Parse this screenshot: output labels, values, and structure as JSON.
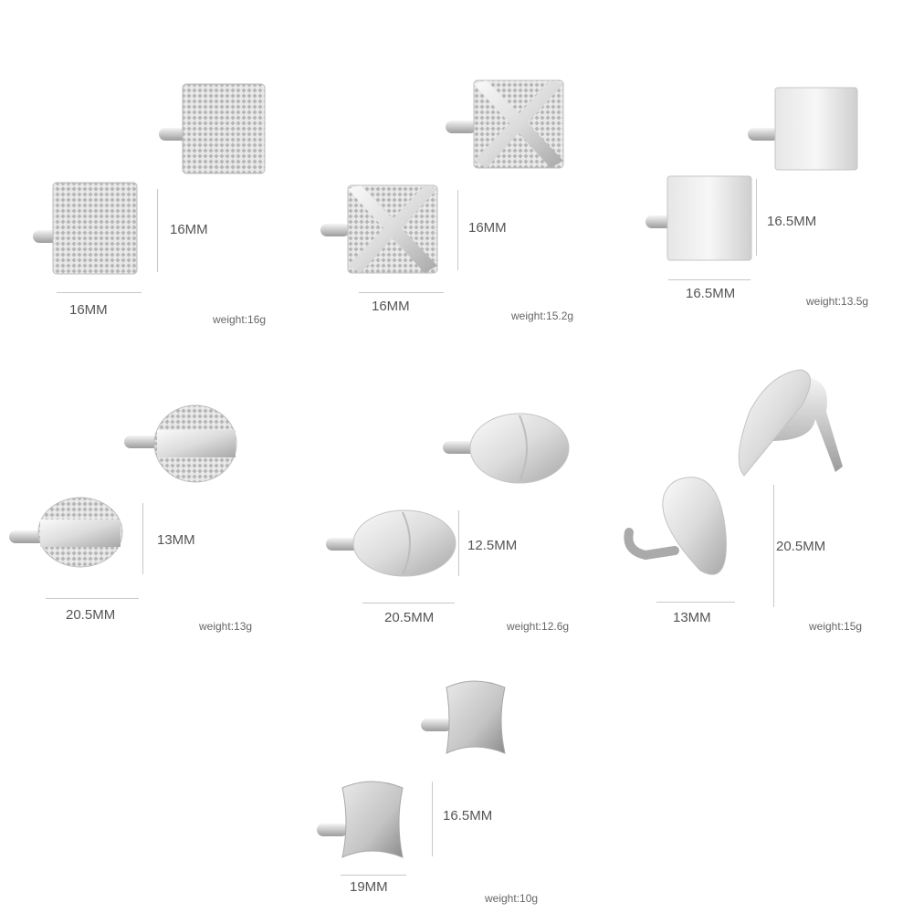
{
  "products": [
    {
      "height_label": "16MM",
      "width_label": "16MM",
      "weight_label": "weight:16g"
    },
    {
      "height_label": "16MM",
      "width_label": "16MM",
      "weight_label": "weight:15.2g"
    },
    {
      "height_label": "16.5MM",
      "width_label": "16.5MM",
      "weight_label": "weight:13.5g"
    },
    {
      "height_label": "13MM",
      "width_label": "20.5MM",
      "weight_label": "weight:13g"
    },
    {
      "height_label": "12.5MM",
      "width_label": "20.5MM",
      "weight_label": "weight:12.6g"
    },
    {
      "height_label": "20.5MM",
      "width_label": "13MM",
      "weight_label": "weight:15g"
    },
    {
      "height_label": "16.5MM",
      "width_label": "19MM",
      "weight_label": "weight:10g"
    }
  ],
  "colors": {
    "silver_light": "#f2f2f2",
    "silver_mid": "#d0d0d0",
    "silver_dark": "#9a9a9a",
    "dim_line": "#c8c8c8"
  }
}
